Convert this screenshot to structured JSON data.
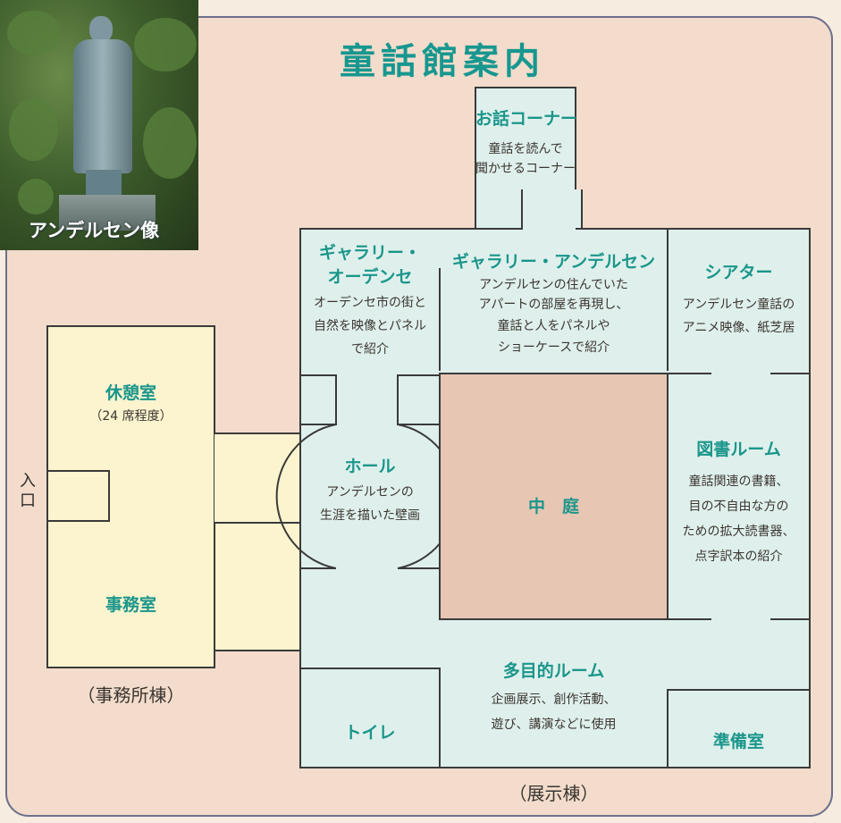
{
  "title": "童話館案内",
  "photo": {
    "caption": "アンデルセン像"
  },
  "entrance": "入口",
  "office_building": {
    "label": "（事務所棟）",
    "rooms": {
      "rest": {
        "name": "休憩室",
        "detail": "（24 席程度）"
      },
      "office": {
        "name": "事務室"
      }
    }
  },
  "exhibit_building": {
    "label": "（展示棟）",
    "rooms": {
      "story_corner": {
        "name": "お話コーナー",
        "detail": [
          "童話を読んで",
          "聞かせるコーナー"
        ]
      },
      "gallery_odense": {
        "name": [
          "ギャラリー・",
          "オーデンセ"
        ],
        "detail": [
          "オーデンセ市の街と",
          "自然を映像とパネル",
          "で紹介"
        ]
      },
      "gallery_andersen": {
        "name": "ギャラリー・アンデルセン",
        "detail": [
          "アンデルセンの住んでいた",
          "アパートの部屋を再現し、",
          "童話と人をパネルや",
          "ショーケースで紹介"
        ]
      },
      "theater": {
        "name": "シアター",
        "detail": [
          "アンデルセン童話の",
          "アニメ映像、紙芝居"
        ]
      },
      "hall": {
        "name": "ホール",
        "detail": [
          "アンデルセンの",
          "生涯を描いた壁画"
        ]
      },
      "courtyard": {
        "name": "中　庭"
      },
      "library": {
        "name": "図書ルーム",
        "detail": [
          "童話関連の書籍、",
          "目の不自由な方の",
          "ための拡大読書器、",
          "点字訳本の紹介"
        ]
      },
      "multipurpose": {
        "name": "多目的ルーム",
        "detail": [
          "企画展示、創作活動、",
          "遊び、講演などに使用"
        ]
      },
      "toilet": {
        "name": "トイレ"
      },
      "prep": {
        "name": "準備室"
      }
    }
  },
  "colors": {
    "frame_background": "#f3dccb",
    "office_fill": "#fbf4cf",
    "exhibit_fill": "#dff0ec",
    "courtyard_fill": "#e7c6b3",
    "heading": "#1b968b",
    "wall": "#3a3a3a"
  }
}
